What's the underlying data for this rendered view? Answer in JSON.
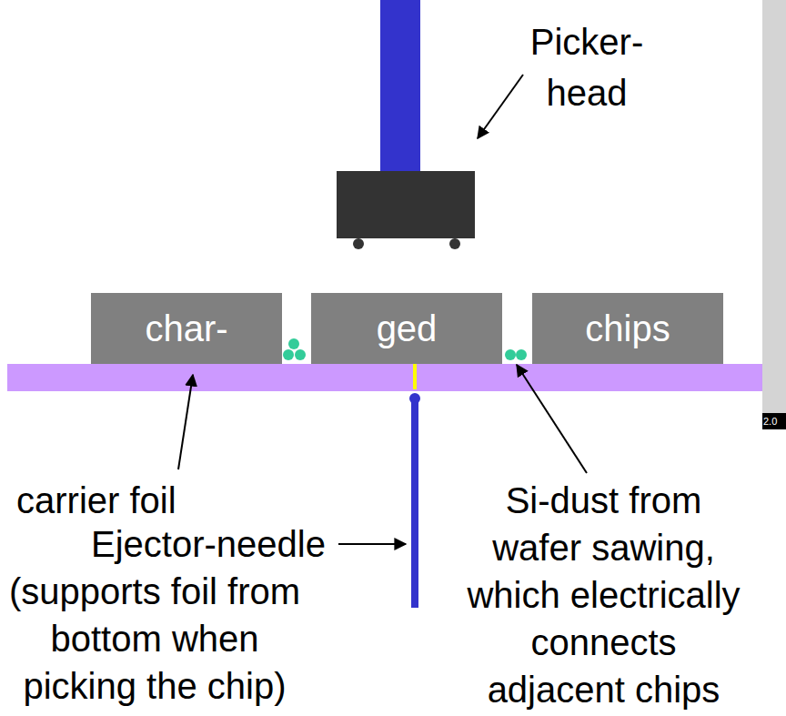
{
  "diagram": {
    "nodes": [
      {
        "text": [
          "char-"
        ]
      },
      {
        "text": [
          "ged"
        ]
      },
      {
        "text": [
          "chips"
        ]
      }
    ],
    "labels": [
      "Picker- head",
      "carrier foil",
      "Ejector-needle",
      "(supports foil from bottom when picking the chip)",
      "Si-dust from wafer sawing, which electrically connects adjacent chips",
      "2.0"
    ]
  }
}
